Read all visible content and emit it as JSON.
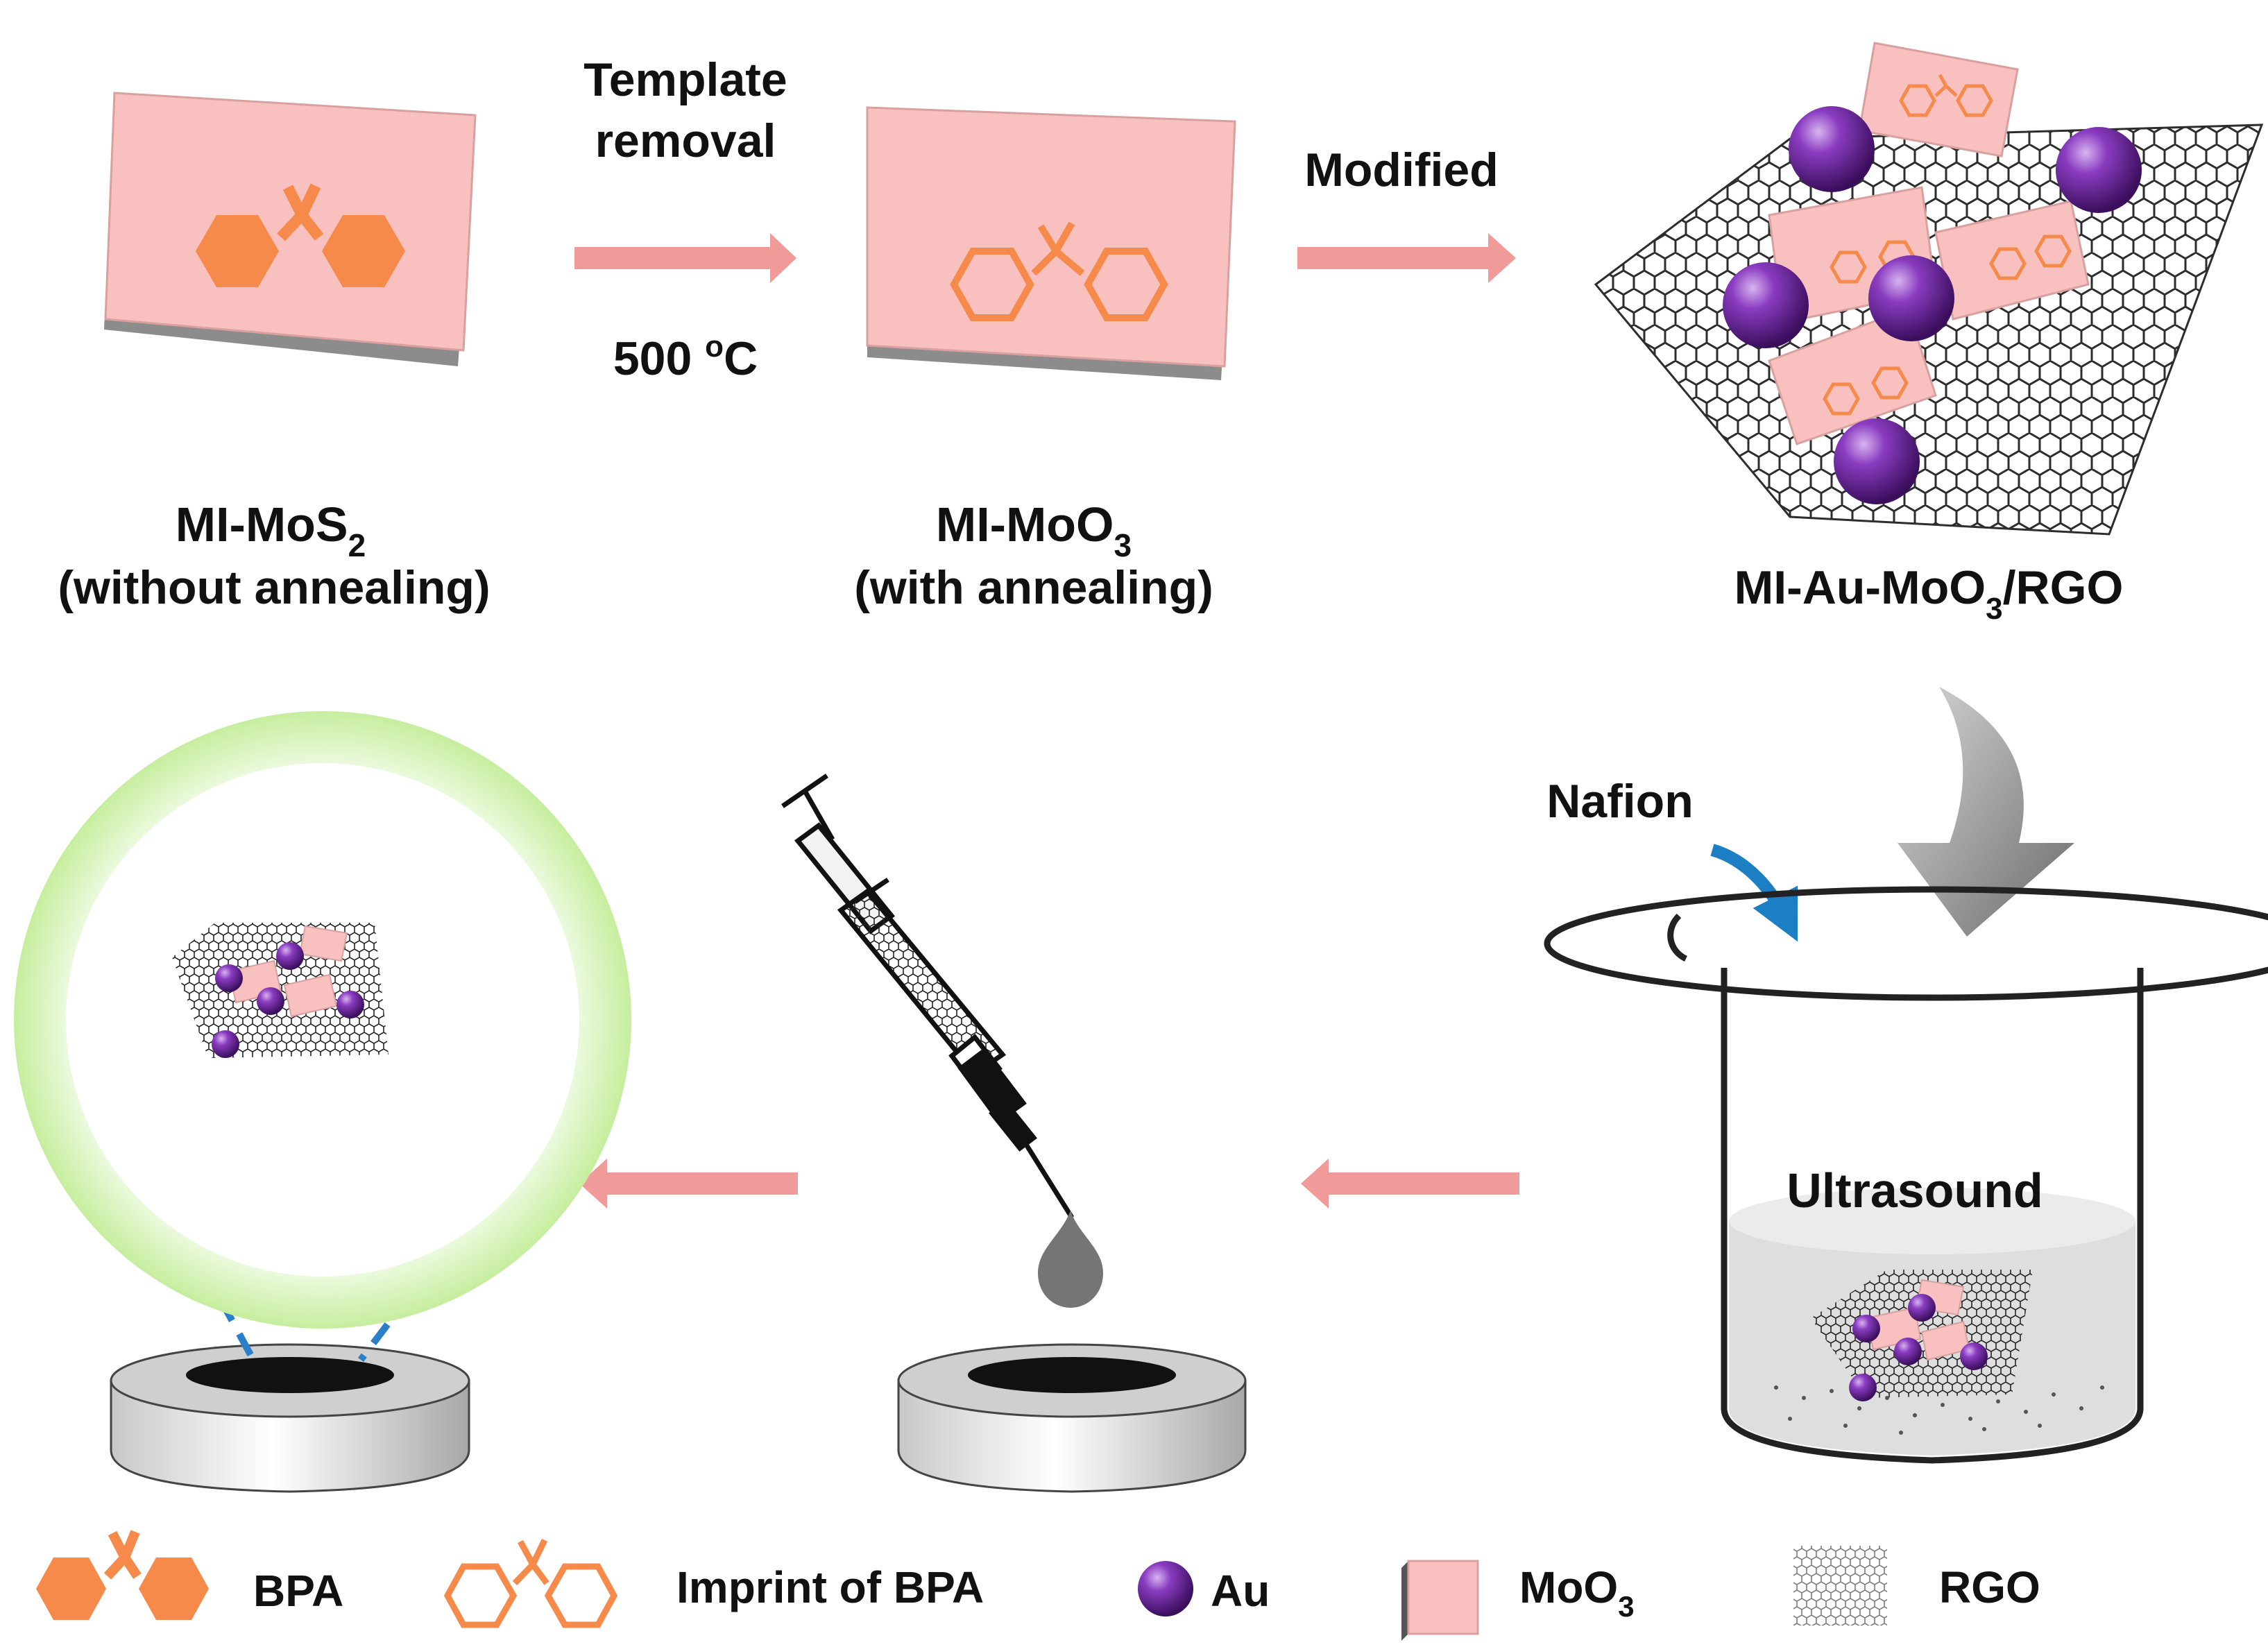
{
  "steps": {
    "template_removal_line1": "Template",
    "template_removal_line2": "removal",
    "temperature_value": "500 ",
    "temperature_sup": "o",
    "temperature_unit": "C",
    "modified": "Modified",
    "nafion": "Nafion",
    "ultrasound": "Ultrasound"
  },
  "products": {
    "mos2": {
      "base": "MI-MoS",
      "sub": "2",
      "line2": "(without annealing)"
    },
    "moo3": {
      "base": "MI-MoO",
      "sub": "3",
      "line2": "(with annealing)"
    },
    "composite": {
      "base": "MI-Au-MoO",
      "sub": "3",
      "suffix": "/RGO"
    }
  },
  "legend": {
    "bpa": "BPA",
    "imprint": "Imprint of BPA",
    "au": "Au",
    "moo3_base": "MoO",
    "moo3_sub": "3",
    "rgo": "RGO"
  },
  "colors": {
    "sheet": "#f9c0c0",
    "bpa": "#f58a4a",
    "arrow": "#f09a9a",
    "au": "#6a2a9a",
    "nafion_arrow": "#1c7fc4",
    "ring": "#c8f0a8",
    "dashed": "#2a80c8",
    "grey_arrow": "#7a7a7a"
  }
}
